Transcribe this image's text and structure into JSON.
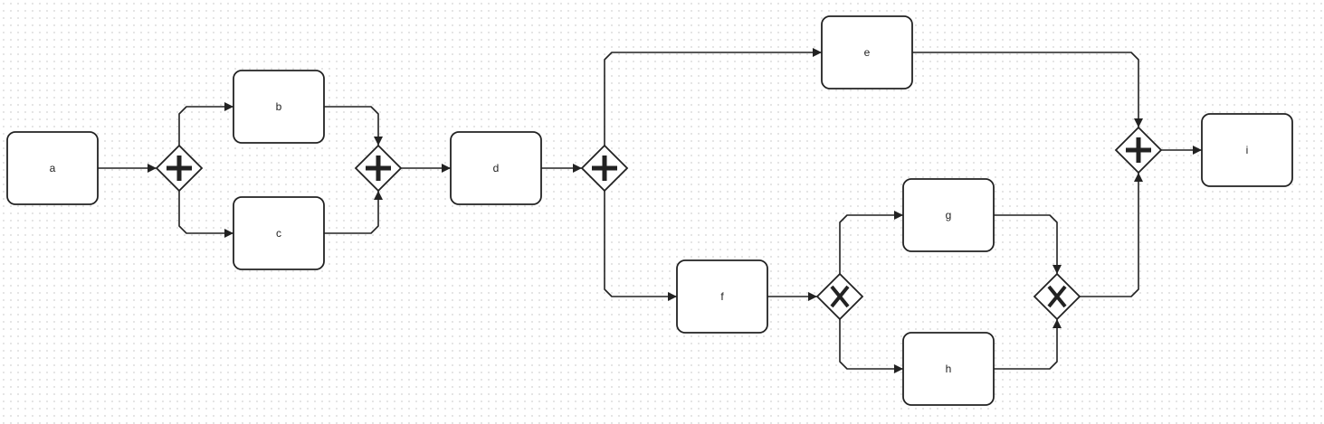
{
  "diagram": {
    "tasks": [
      {
        "id": "a",
        "label": "a"
      },
      {
        "id": "b",
        "label": "b"
      },
      {
        "id": "c",
        "label": "c"
      },
      {
        "id": "d",
        "label": "d"
      },
      {
        "id": "e",
        "label": "e"
      },
      {
        "id": "f",
        "label": "f"
      },
      {
        "id": "g",
        "label": "g"
      },
      {
        "id": "h",
        "label": "h"
      },
      {
        "id": "i",
        "label": "i"
      }
    ],
    "gateways": [
      {
        "id": "gw1",
        "type": "parallel"
      },
      {
        "id": "gw2",
        "type": "parallel"
      },
      {
        "id": "gw3",
        "type": "parallel"
      },
      {
        "id": "gw4",
        "type": "exclusive"
      },
      {
        "id": "gw5",
        "type": "exclusive"
      },
      {
        "id": "gw6",
        "type": "parallel"
      }
    ],
    "flows": [
      {
        "from": "a",
        "to": "gw1"
      },
      {
        "from": "gw1",
        "to": "b"
      },
      {
        "from": "gw1",
        "to": "c"
      },
      {
        "from": "b",
        "to": "gw2"
      },
      {
        "from": "c",
        "to": "gw2"
      },
      {
        "from": "gw2",
        "to": "d"
      },
      {
        "from": "d",
        "to": "gw3"
      },
      {
        "from": "gw3",
        "to": "e"
      },
      {
        "from": "gw3",
        "to": "f"
      },
      {
        "from": "f",
        "to": "gw4"
      },
      {
        "from": "gw4",
        "to": "g"
      },
      {
        "from": "gw4",
        "to": "h"
      },
      {
        "from": "g",
        "to": "gw5"
      },
      {
        "from": "h",
        "to": "gw5"
      },
      {
        "from": "e",
        "to": "gw6"
      },
      {
        "from": "gw5",
        "to": "gw6"
      },
      {
        "from": "gw6",
        "to": "i"
      }
    ],
    "colors": {
      "stroke": "#222222",
      "fill": "#ffffff"
    }
  }
}
